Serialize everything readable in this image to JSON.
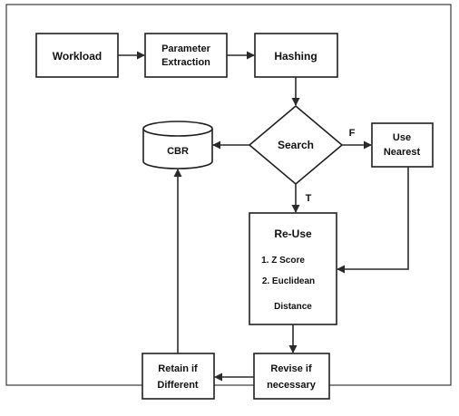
{
  "diagram": {
    "nodes": {
      "workload": "Workload",
      "parameter_extraction": [
        "Parameter",
        "Extraction"
      ],
      "hashing": "Hashing",
      "search": "Search",
      "cbr": "CBR",
      "use_nearest": [
        "Use",
        "Nearest"
      ],
      "reuse": {
        "title": "Re-Use",
        "item1": "1. Z Score",
        "item2": "2. Euclidean",
        "item2_cont": "Distance"
      },
      "revise": [
        "Revise if",
        "necessary"
      ],
      "retain": [
        "Retain if",
        "Different"
      ]
    },
    "edge_labels": {
      "false": "F",
      "true": "T"
    }
  }
}
